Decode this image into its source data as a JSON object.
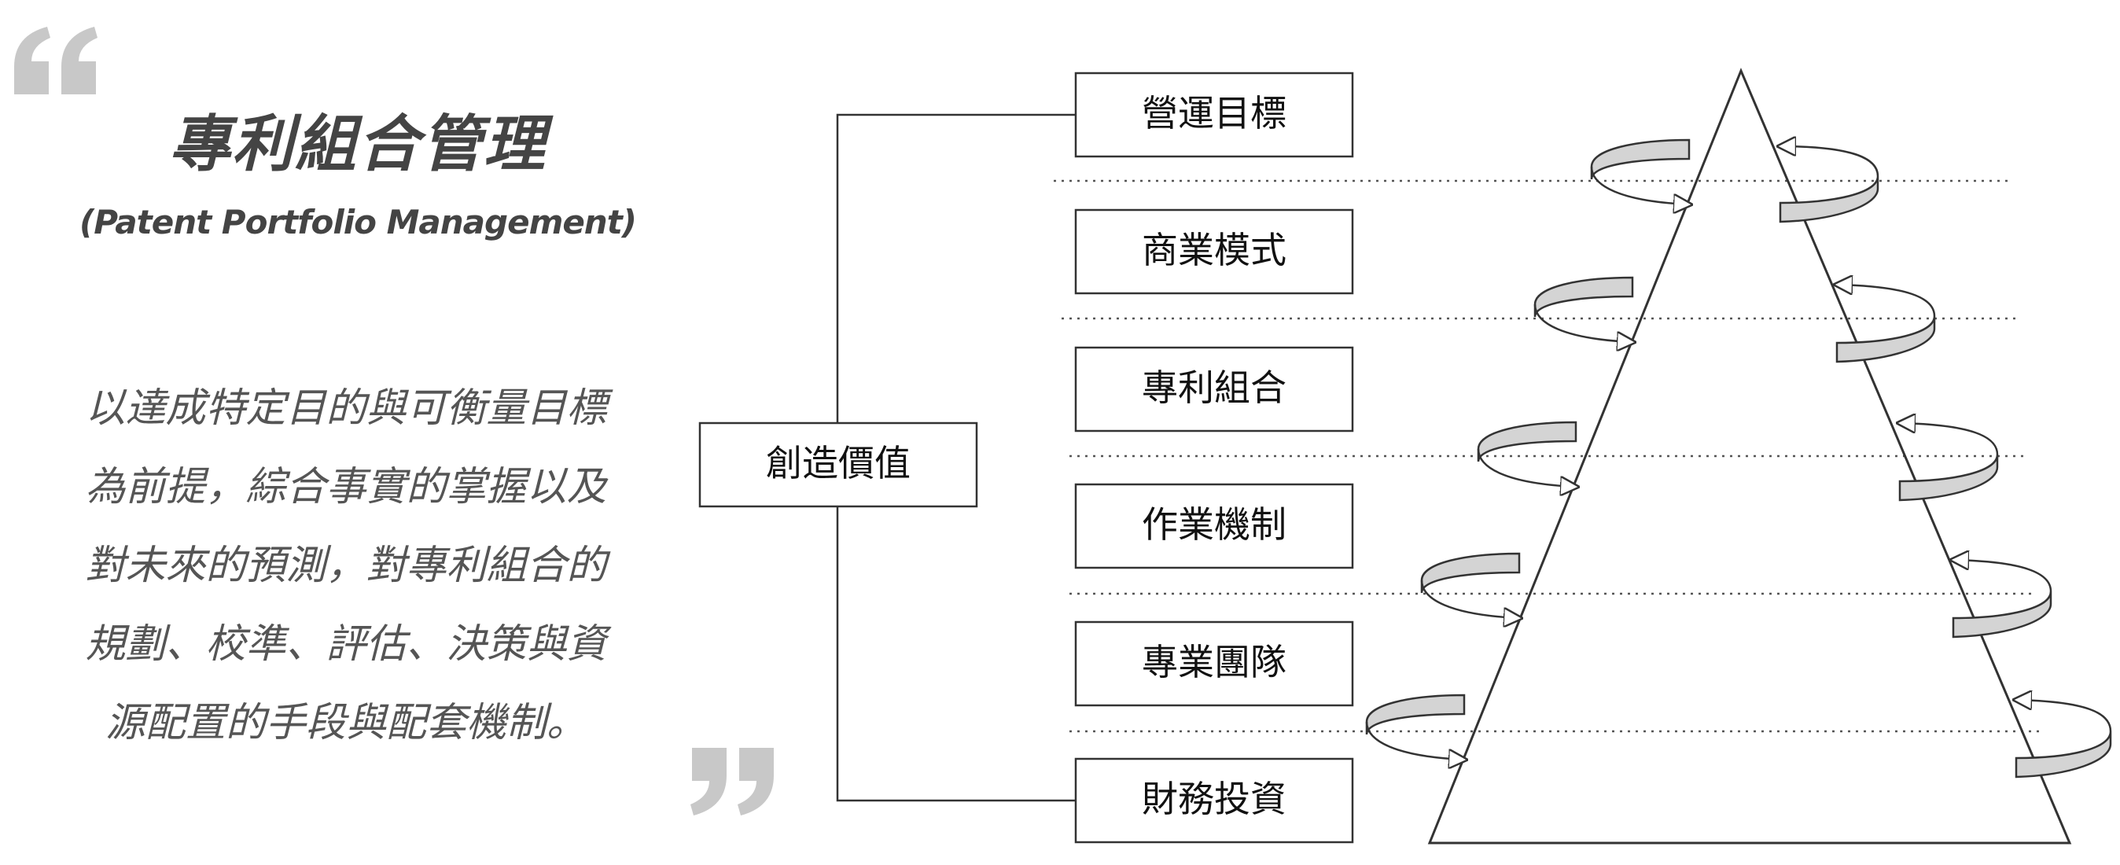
{
  "heading": {
    "title": "專利組合管理",
    "subtitle": "(Patent Portfolio Management)"
  },
  "description": {
    "lines": [
      "以達成特定目的與可衡量目標",
      "為前提，綜合事實的掌握以及",
      "對未來的預測，對專利組合的",
      "規劃、校準、評估、決策與資",
      "源配置的手段與配套機制。"
    ]
  },
  "diagram": {
    "root": "創造價值",
    "levels": [
      "營運目標",
      "商業模式",
      "專利組合",
      "作業機制",
      "專業團隊",
      "財務投資"
    ]
  },
  "colors": {
    "quote": "#c8c8c8",
    "arrow_fill": "#d4d4d4",
    "line": "#333333"
  }
}
